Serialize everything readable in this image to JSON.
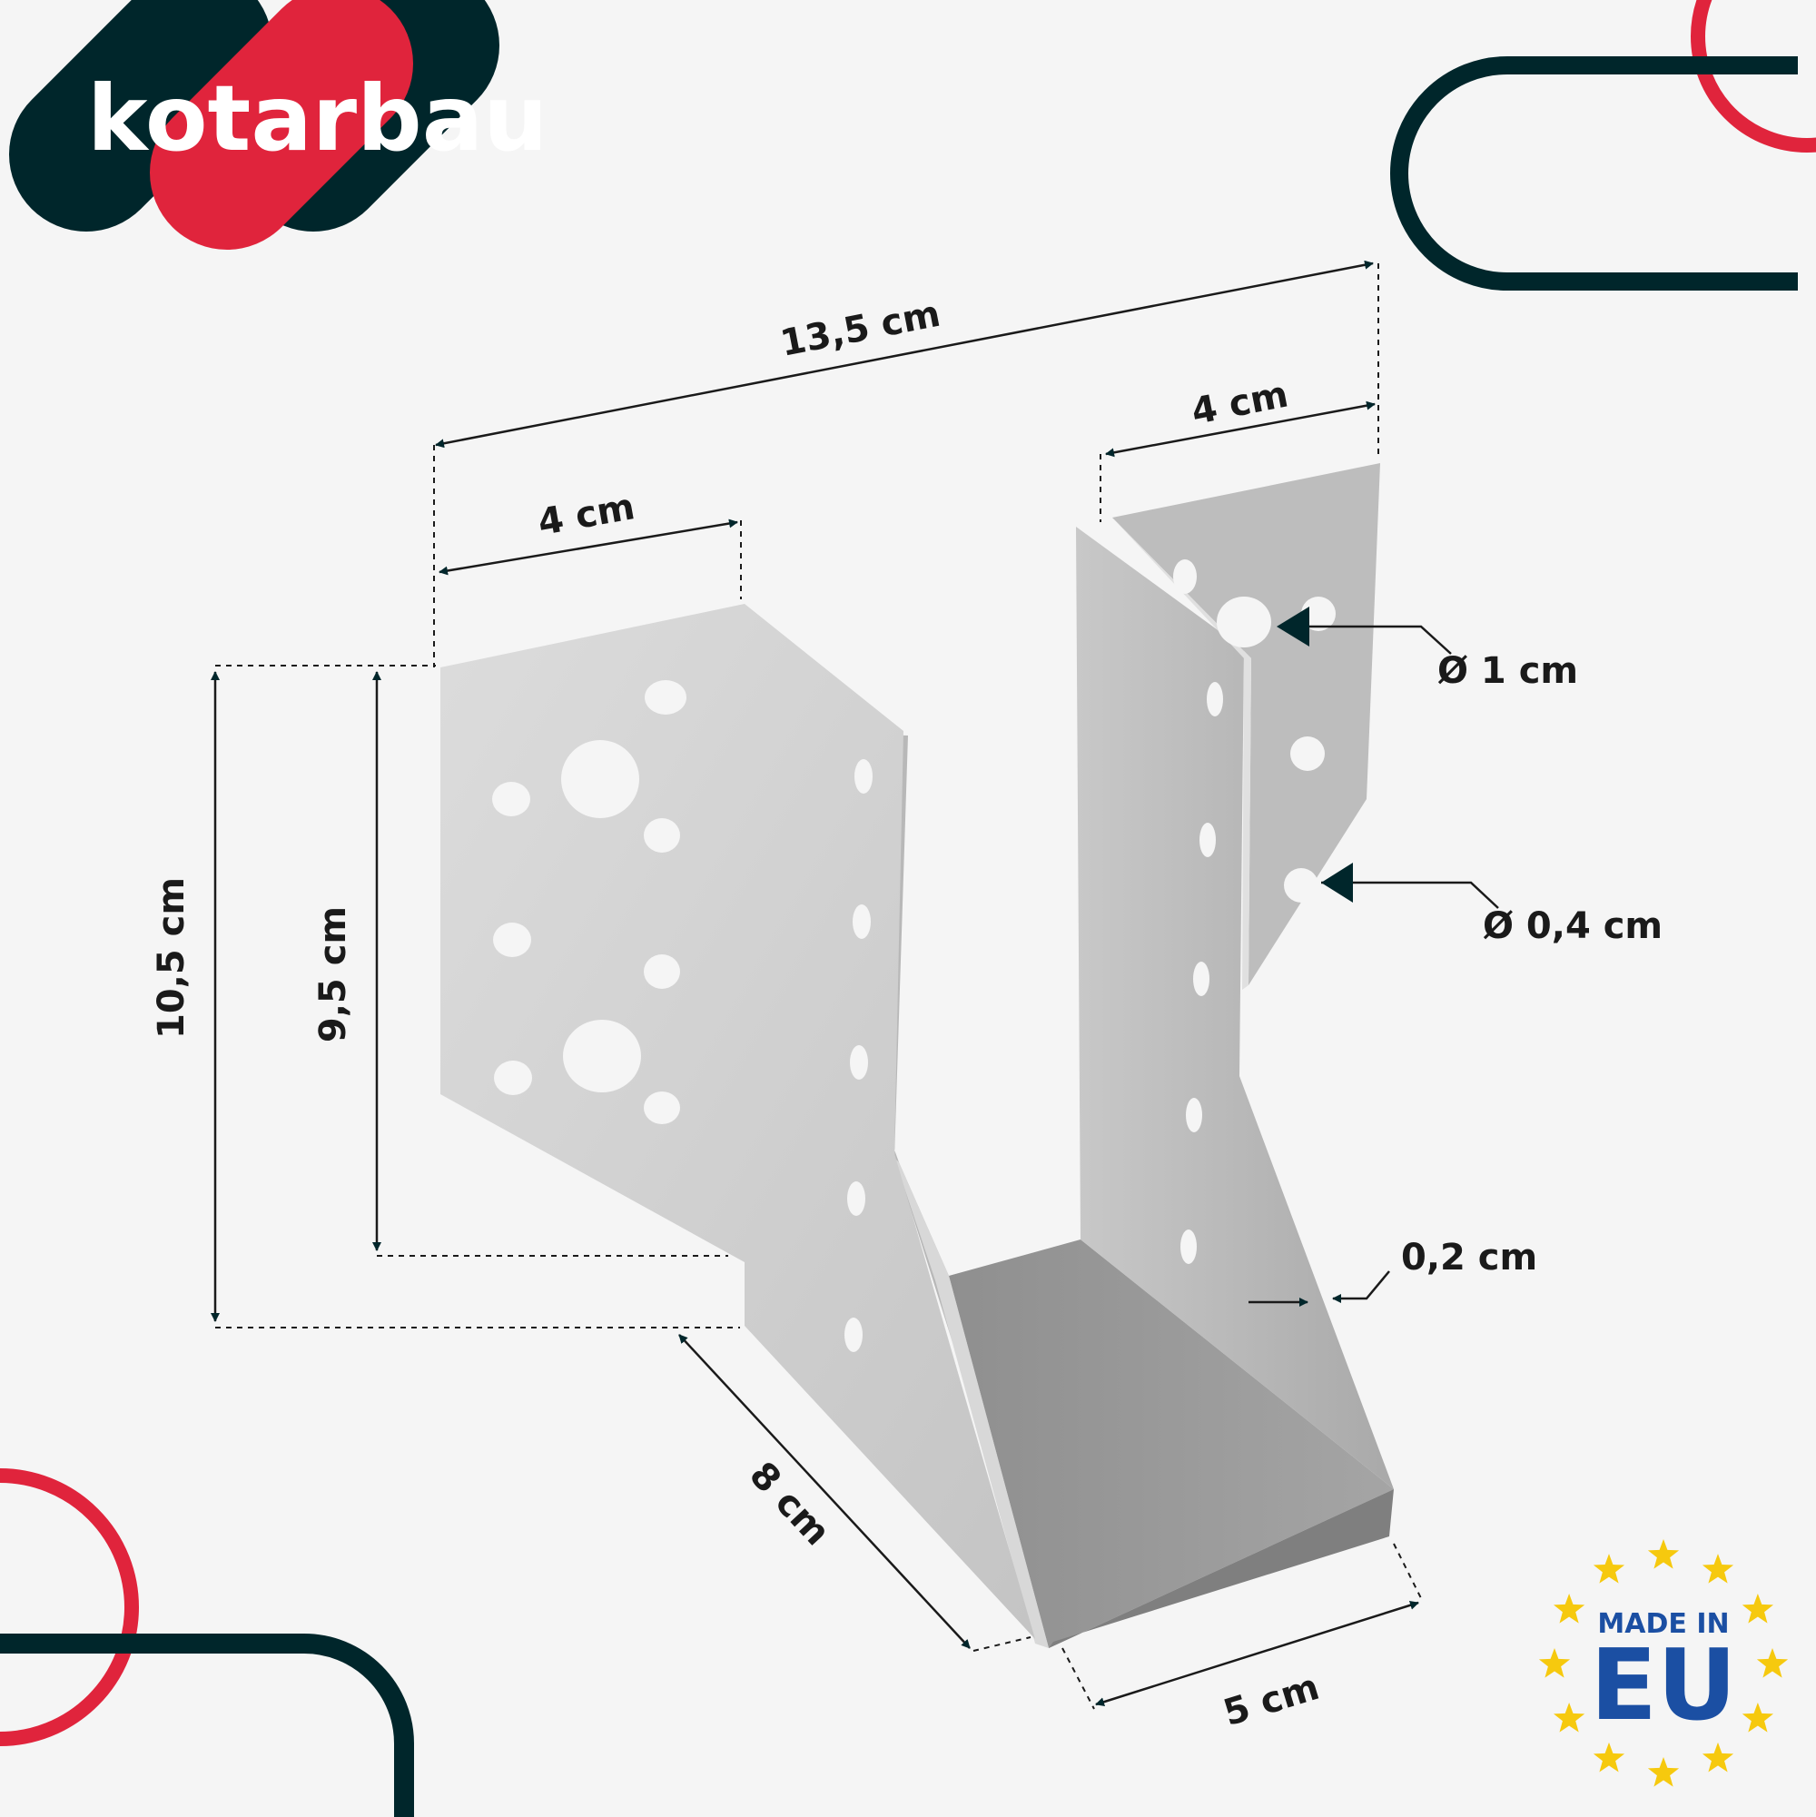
{
  "brand": {
    "name": "kotarbau",
    "colors": {
      "dark": "#00262b",
      "red": "#e0243c",
      "background": "#f5f5f5",
      "metal": "#c9c9c9"
    }
  },
  "dimensions": {
    "total_width": "13,5 cm",
    "left_flange": "4 cm",
    "right_flange": "4 cm",
    "outer_height": "10,5 cm",
    "inner_height": "9,5 cm",
    "depth": "8 cm",
    "inner_width": "5 cm",
    "thickness": "0,2 cm",
    "big_hole": "Ø 1 cm",
    "small_hole": "Ø 0,4 cm"
  },
  "badge": {
    "line1": "MADE IN",
    "line2": "EU",
    "star_color": "#f6c90e"
  }
}
